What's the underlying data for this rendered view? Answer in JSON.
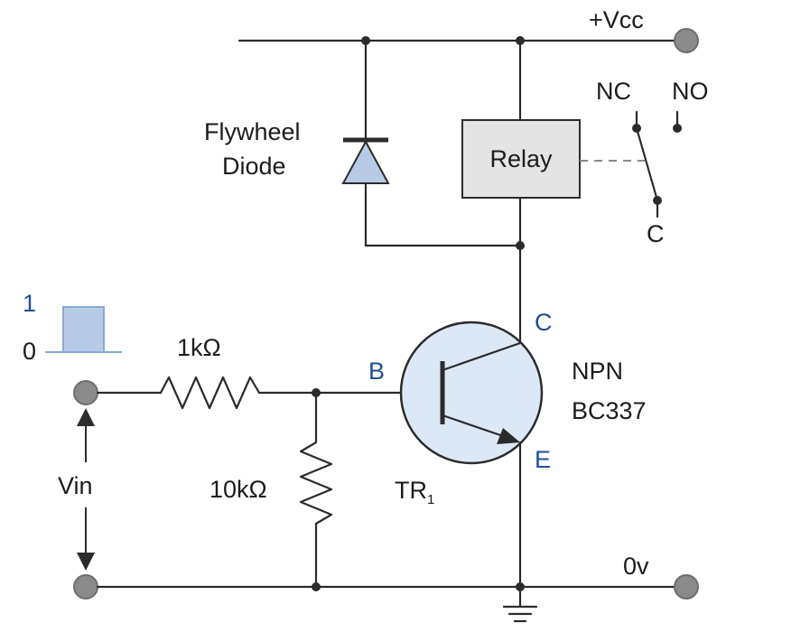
{
  "supply": {
    "vcc_label": "+Vcc",
    "ground_label": "0v"
  },
  "diode": {
    "label_line1": "Flywheel",
    "label_line2": "Diode"
  },
  "relay": {
    "label": "Relay"
  },
  "switch": {
    "nc_label": "NC",
    "no_label": "NO",
    "common_label": "C"
  },
  "transistor": {
    "collector_label": "C",
    "base_label": "B",
    "emitter_label": "E",
    "type_label": "NPN",
    "part_label": "BC337",
    "ref_label": "TR",
    "ref_sub": "1"
  },
  "resistors": {
    "r1_label": "1kΩ",
    "r2_label": "10kΩ"
  },
  "input": {
    "vin_label": "Vin",
    "pulse_high_label": "1",
    "pulse_low_label": "0"
  },
  "colors": {
    "wire": "#2b2b2b",
    "label_blue": "#1f4f9a",
    "terminal": "#8a8a8a",
    "relay_fill": "#e4e4e4",
    "diode_fill": "#b8cbe6",
    "transistor_fill": "#dde8f6",
    "pulse_fill": "#b8cbe6"
  }
}
